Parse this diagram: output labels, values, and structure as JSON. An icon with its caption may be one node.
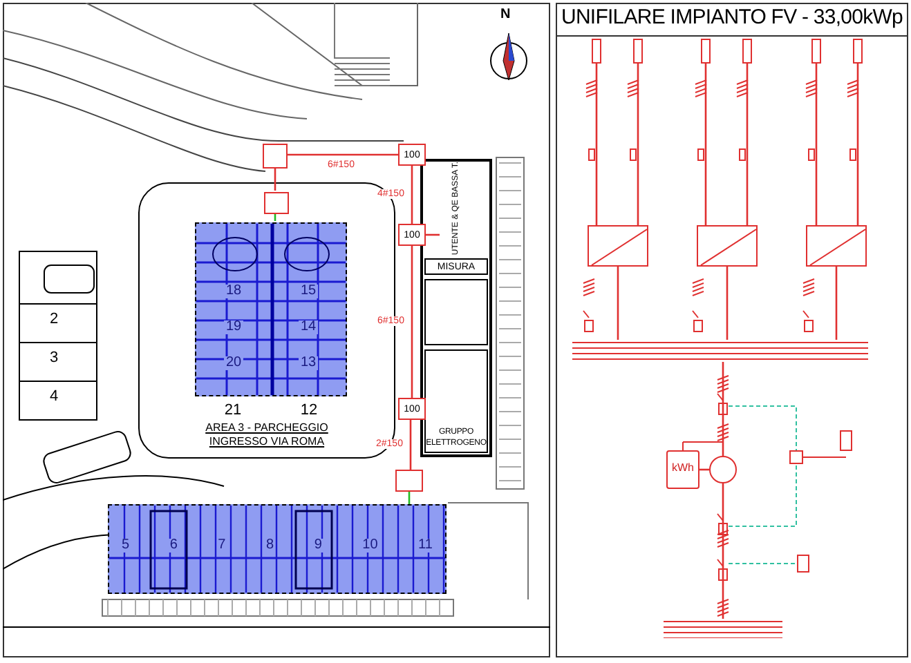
{
  "diagram": {
    "title": "UNIFILARE IMPIANTO FV - 33,00kWp",
    "nodes": [
      {
        "text": [
          "100"
        ]
      },
      {
        "text": [
          "100"
        ]
      },
      {
        "text": [
          "100"
        ]
      },
      {
        "text": [],
        "shape": "box"
      },
      {
        "text": [],
        "shape": "box",
        "in": 10
      },
      {
        "text": [],
        "shape": "box"
      },
      {
        "text": [
          "UTENTE & QE BASSA T."
        ]
      },
      {
        "text": [
          "MISURA"
        ]
      },
      {
        "text": [],
        "shape": "box"
      },
      {
        "text": [
          "GRUPPO ELETTROGENO"
        ]
      },
      {
        "text": [
          "AREA 3 - PARCHEGGIO",
          "INGRESSO VIA ROMA"
        ]
      },
      {
        "text": [
          "18",
          "15",
          "19",
          "14",
          "20",
          "13"
        ],
        "in": 10,
        "beside": [
          "21",
          "12"
        ]
      },
      {
        "text": [
          "5",
          "6",
          "7",
          "8",
          "9",
          "10",
          "11"
        ]
      },
      {
        "text": [],
        "shape": "box"
      },
      {
        "text": [],
        "shape": "box"
      },
      {
        "text": [],
        "shape": "box"
      },
      {
        "text": [],
        "shape": "box"
      },
      {
        "text": [],
        "shape": "box"
      },
      {
        "text": [],
        "shape": "box"
      },
      {
        "text": [],
        "shape": "box"
      },
      {
        "text": [],
        "shape": "box"
      },
      {
        "text": [],
        "shape": "box"
      },
      {
        "text": [],
        "shape": "bar"
      },
      {
        "text": [],
        "shape": "circle"
      },
      {
        "text": [
          "kWh"
        ]
      },
      {
        "text": [],
        "shape": "box"
      },
      {
        "text": [],
        "shape": "bar"
      }
    ],
    "edges": [
      {
        "from": 3,
        "to": 0,
        "arrow": "none",
        "label": "6#150"
      },
      {
        "from": 3,
        "to": 4,
        "arrow": "none"
      },
      {
        "from": 0,
        "to": 1,
        "arrow": "none",
        "label": "4#150"
      },
      {
        "from": 1,
        "to": 6,
        "arrow": "none"
      },
      {
        "from": 1,
        "to": 2,
        "arrow": "none",
        "label": "6#150"
      },
      {
        "from": 2,
        "to": 5,
        "arrow": "none",
        "label": "2#150"
      },
      {
        "from": 4,
        "to": 11,
        "arrow": "none",
        "color": "#22bb22"
      },
      {
        "from": 5,
        "to": 12,
        "arrow": "none",
        "color": "#22bb22"
      },
      {
        "from": 13,
        "to": 19,
        "arrow": "none"
      },
      {
        "from": 14,
        "to": 19,
        "arrow": "none"
      },
      {
        "from": 15,
        "to": 20,
        "arrow": "none"
      },
      {
        "from": 16,
        "to": 20,
        "arrow": "none"
      },
      {
        "from": 17,
        "to": 21,
        "arrow": "none"
      },
      {
        "from": 18,
        "to": 21,
        "arrow": "none"
      },
      {
        "from": 19,
        "to": 22,
        "arrow": "none"
      },
      {
        "from": 20,
        "to": 22,
        "arrow": "none"
      },
      {
        "from": 21,
        "to": 22,
        "arrow": "none"
      },
      {
        "from": 22,
        "to": 23,
        "arrow": "none"
      },
      {
        "from": 24,
        "to": 23,
        "arrow": "none"
      },
      {
        "from": 23,
        "to": 26,
        "arrow": "none"
      }
    ],
    "labels": [
      "N",
      "2",
      "3",
      "4"
    ]
  }
}
